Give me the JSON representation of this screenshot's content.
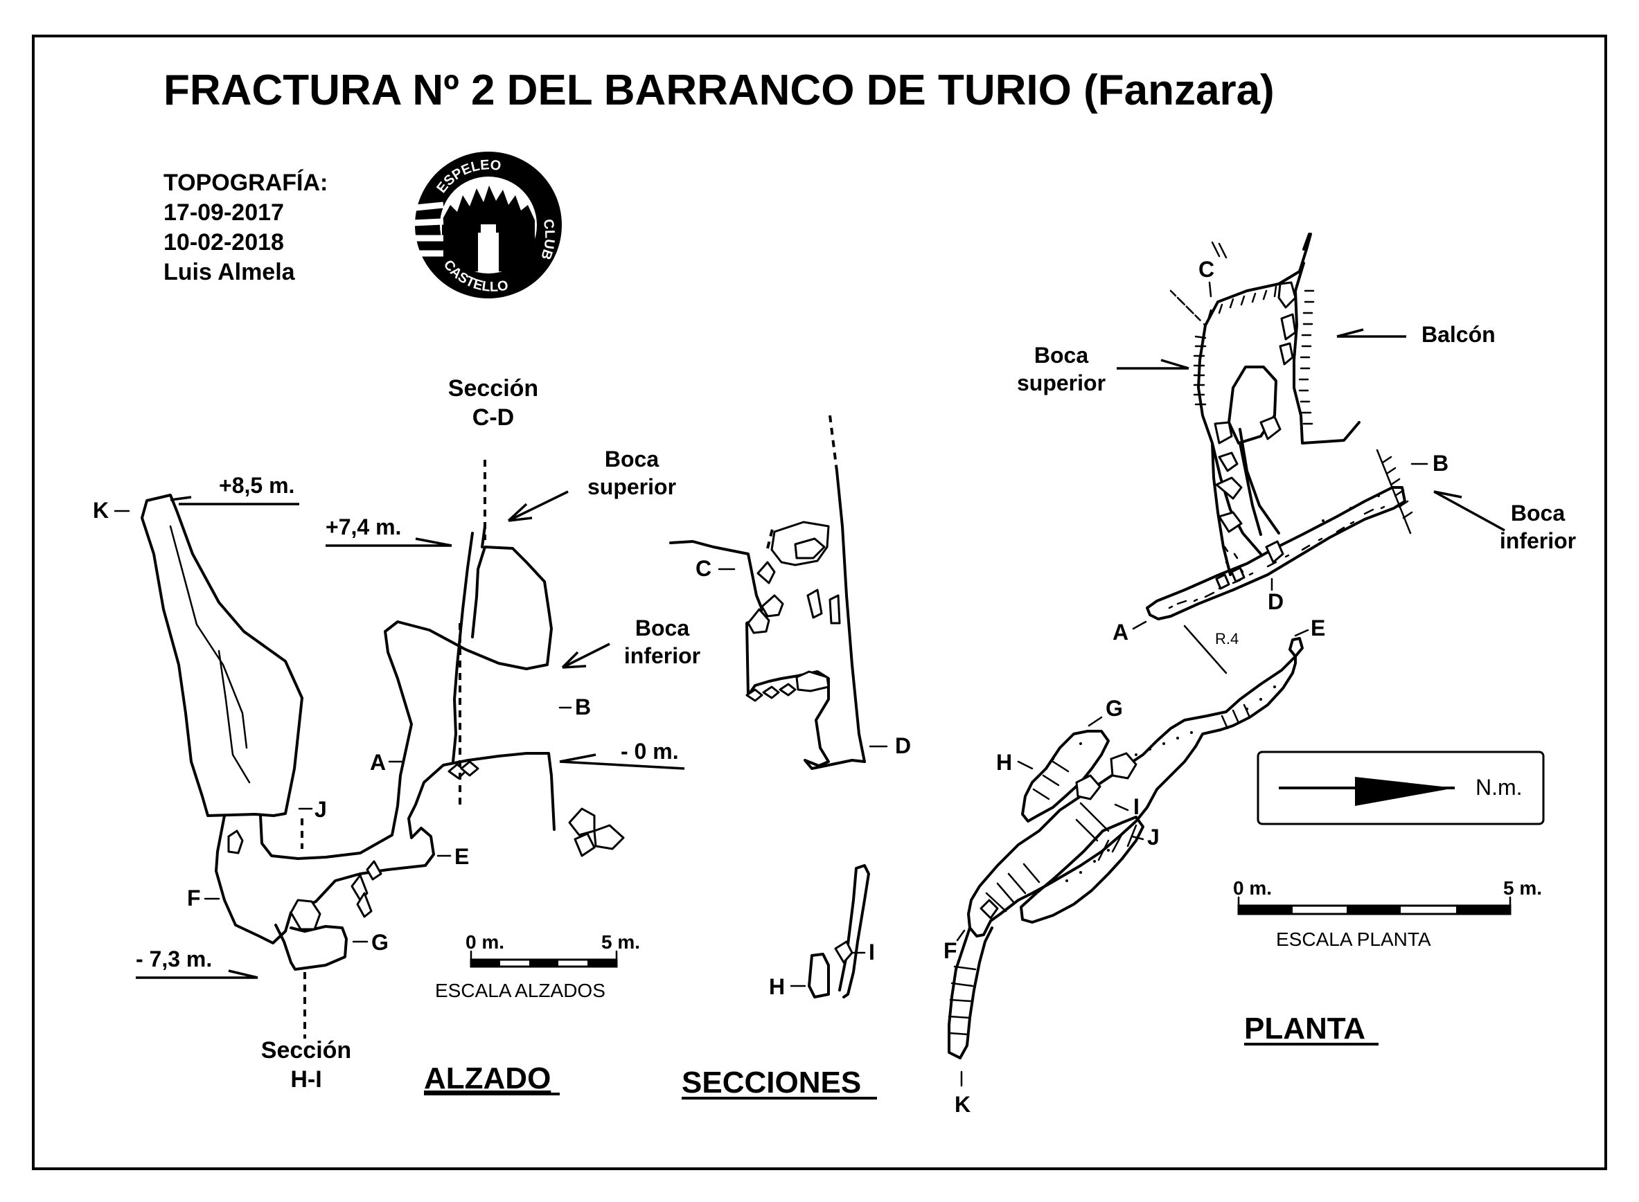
{
  "title": "FRACTURA Nº 2 DEL BARRANCO DE TURIO (Fanzara)",
  "credits": {
    "heading": "TOPOGRAFÍA:",
    "date1": "17-09-2017",
    "date2": "10-02-2018",
    "author": "Luis Almela"
  },
  "logo": {
    "top": "ESPELEO",
    "right": "CLUB",
    "bottom": "CASTELLO"
  },
  "alzado": {
    "heading": "ALZADO",
    "seccion_cd": [
      "Sección",
      "C-D"
    ],
    "seccion_hi": [
      "Sección",
      "H-I"
    ],
    "level_top": "+8,5 m.",
    "level_boca_sup": "+7,4 m.",
    "level_zero": "- 0 m.",
    "level_bottom": "- 7,3 m.",
    "boca_superior": [
      "Boca",
      "superior"
    ],
    "boca_inferior": [
      "Boca",
      "inferior"
    ],
    "points": {
      "K": "K",
      "J": "J",
      "A": "A",
      "B": "B",
      "E": "E",
      "F": "F",
      "G": "G"
    },
    "scale": {
      "start": "0 m.",
      "end": "5 m.",
      "label": "ESCALA   ALZADOS"
    }
  },
  "secciones": {
    "heading": "SECCIONES",
    "points": {
      "C": "C",
      "D": "D",
      "H": "H",
      "I": "I"
    }
  },
  "planta": {
    "heading": "PLANTA",
    "balcon": "Balcón",
    "boca_superior": [
      "Boca",
      "superior"
    ],
    "boca_inferior": [
      "Boca",
      "inferior"
    ],
    "r4": "R.4",
    "points": {
      "A": "A",
      "B": "B",
      "C": "C",
      "D": "D",
      "E": "E",
      "F": "F",
      "G": "G",
      "H": "H",
      "I": "I",
      "J": "J",
      "K": "K"
    },
    "north": "N.m.",
    "scale": {
      "start": "0 m.",
      "end": "5 m.",
      "label": "ESCALA   PLANTA"
    }
  }
}
